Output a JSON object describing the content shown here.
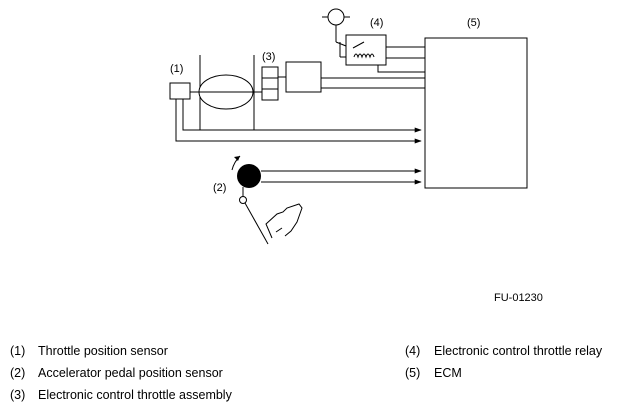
{
  "diagram": {
    "callouts": {
      "throttle_sensor": "(1)",
      "pedal_sensor": "(2)",
      "throttle_assembly": "(3)",
      "relay": "(4)",
      "ecm": "(5)"
    },
    "figure_code": "FU-01230"
  },
  "legend": [
    {
      "num": "(1)",
      "label": "Throttle position sensor"
    },
    {
      "num": "(2)",
      "label": "Accelerator pedal position sensor"
    },
    {
      "num": "(3)",
      "label": "Electronic control throttle assembly"
    },
    {
      "num": "(4)",
      "label": "Electronic control throttle relay"
    },
    {
      "num": "(5)",
      "label": "ECM"
    }
  ]
}
